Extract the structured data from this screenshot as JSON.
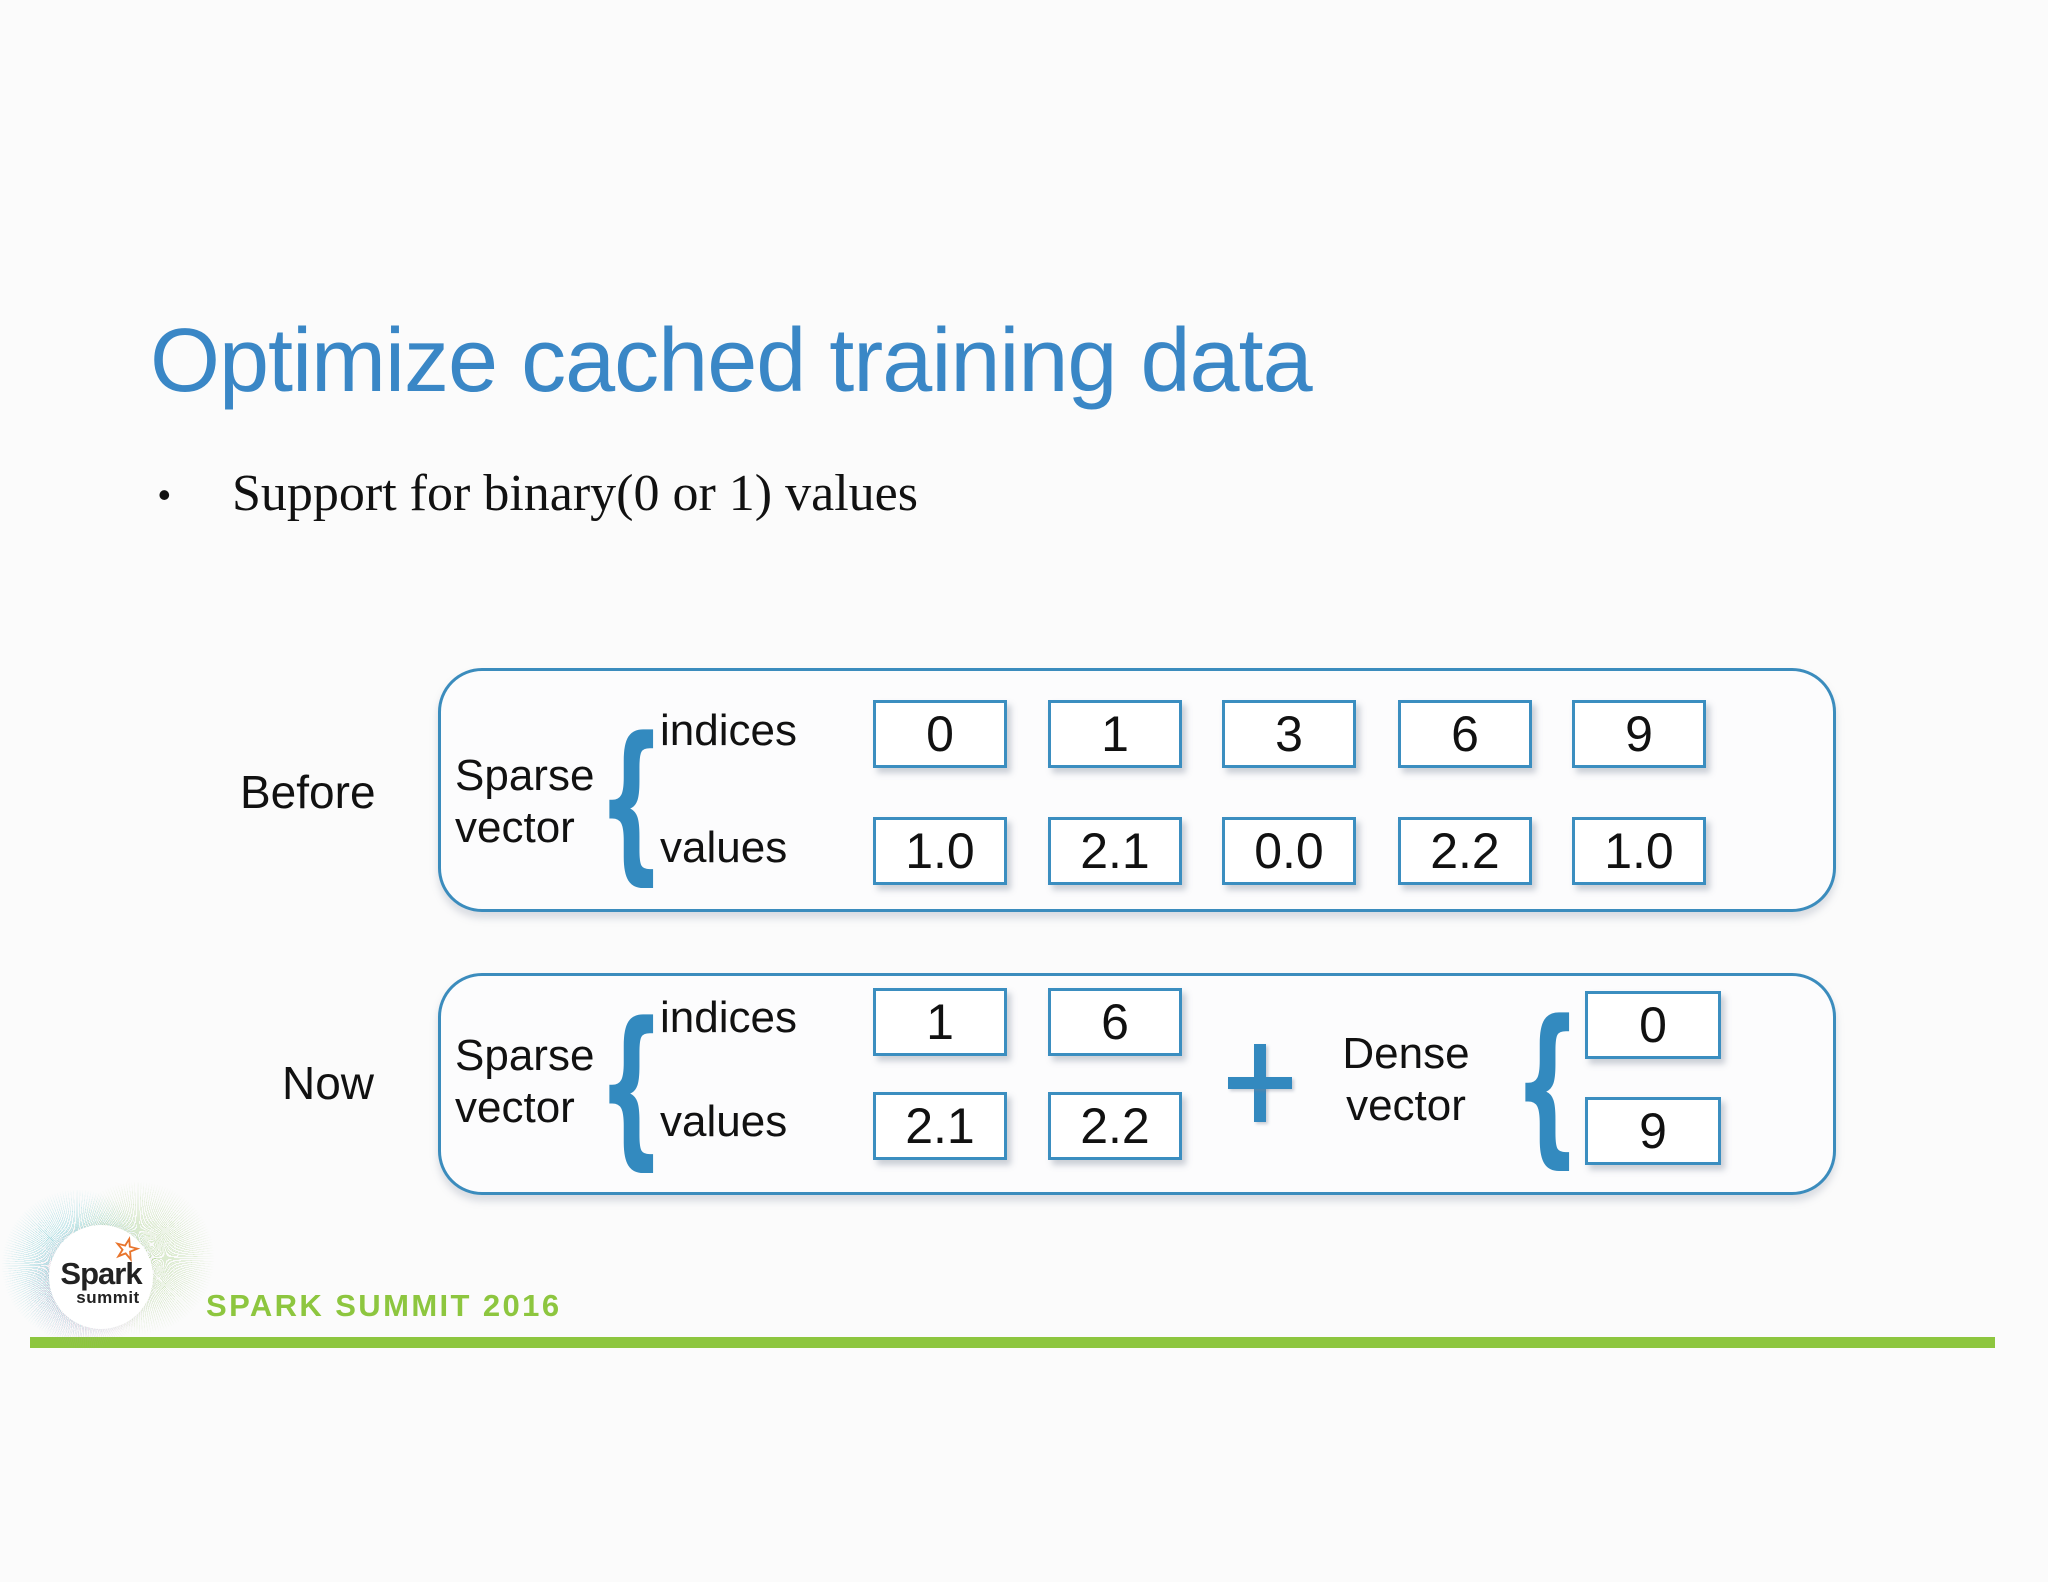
{
  "slide": {
    "title": "Optimize cached training data",
    "bullet": {
      "marker": "•",
      "text": "Support for binary(0 or 1) values"
    }
  },
  "diagram": {
    "before": {
      "label": "Before",
      "group_label": {
        "line1": "Sparse",
        "line2": "vector"
      },
      "rows": [
        {
          "label": "indices",
          "cells": [
            "0",
            "1",
            "3",
            "6",
            "9"
          ]
        },
        {
          "label": "values",
          "cells": [
            "1.0",
            "2.1",
            "0.0",
            "2.2",
            "1.0"
          ]
        }
      ]
    },
    "now": {
      "label": "Now",
      "sparse_label": {
        "line1": "Sparse",
        "line2": "vector"
      },
      "rows": [
        {
          "label": "indices",
          "cells": [
            "1",
            "6"
          ]
        },
        {
          "label": "values",
          "cells": [
            "2.1",
            "2.2"
          ]
        }
      ],
      "dense_label": {
        "line1": "Dense",
        "line2": "vector"
      },
      "dense_cells": [
        "0",
        "9"
      ]
    }
  },
  "icons": {
    "brace": "{",
    "plus": "+",
    "star": "☆"
  },
  "footer": {
    "logo": {
      "word1": "Spark",
      "word2": "summit"
    },
    "banner": "SPARK SUMMIT 2016"
  },
  "colors": {
    "title_blue": "#3a87c6",
    "diagram_blue": "#3389bf",
    "green": "#8dc63f"
  }
}
